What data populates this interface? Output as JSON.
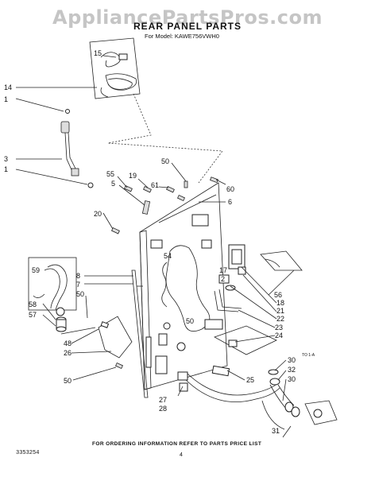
{
  "watermark": "AppliancePartsPros.com",
  "title": "REAR PANEL PARTS",
  "model_line": "For Model: KAWE756VWH0",
  "footer_text": "FOR ORDERING INFORMATION REFER TO PARTS PRICE LIST",
  "doc_number": "3353254",
  "page_number": "4",
  "callouts": [
    {
      "id": "c15",
      "text": "15"
    },
    {
      "id": "c14",
      "text": "14"
    },
    {
      "id": "c1a",
      "text": "1"
    },
    {
      "id": "c3",
      "text": "3"
    },
    {
      "id": "c1b",
      "text": "1"
    },
    {
      "id": "c55",
      "text": "55"
    },
    {
      "id": "c5",
      "text": "5"
    },
    {
      "id": "c19",
      "text": "19"
    },
    {
      "id": "c61",
      "text": "61"
    },
    {
      "id": "c50a",
      "text": "50"
    },
    {
      "id": "c60",
      "text": "60"
    },
    {
      "id": "c6",
      "text": "6"
    },
    {
      "id": "c20",
      "text": "20"
    },
    {
      "id": "c59",
      "text": "59"
    },
    {
      "id": "c8",
      "text": "8"
    },
    {
      "id": "c7",
      "text": "7"
    },
    {
      "id": "c50b",
      "text": "50"
    },
    {
      "id": "c54",
      "text": "54"
    },
    {
      "id": "c50c",
      "text": "50"
    },
    {
      "id": "c58",
      "text": "58"
    },
    {
      "id": "c57",
      "text": "57"
    },
    {
      "id": "c48",
      "text": "48"
    },
    {
      "id": "c26",
      "text": "26"
    },
    {
      "id": "c50d",
      "text": "50"
    },
    {
      "id": "c17",
      "text": "17"
    },
    {
      "id": "c2",
      "text": "2"
    },
    {
      "id": "c56",
      "text": "56"
    },
    {
      "id": "c18",
      "text": "18"
    },
    {
      "id": "c21",
      "text": "21"
    },
    {
      "id": "c22",
      "text": "22"
    },
    {
      "id": "c23",
      "text": "23"
    },
    {
      "id": "c24",
      "text": "24"
    },
    {
      "id": "c25",
      "text": "25"
    },
    {
      "id": "c27",
      "text": "27"
    },
    {
      "id": "c28",
      "text": "28"
    },
    {
      "id": "c30a",
      "text": "30"
    },
    {
      "id": "c32",
      "text": "32"
    },
    {
      "id": "c30b",
      "text": "30"
    },
    {
      "id": "c31",
      "text": "31"
    }
  ]
}
